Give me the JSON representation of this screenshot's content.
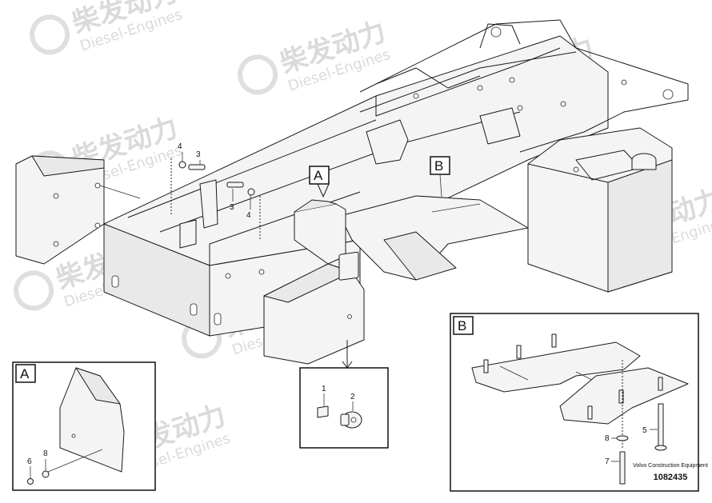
{
  "watermark": {
    "chinese": "柴发动力",
    "english": "Diesel-Engines"
  },
  "callouts": {
    "a": "A",
    "b": "B"
  },
  "detail_a": {
    "label": "A",
    "parts": [
      "6",
      "8"
    ]
  },
  "detail_b": {
    "label": "B",
    "parts": [
      "5",
      "8",
      "7"
    ],
    "publisher": "Volvo Construction Equipment",
    "drawing_number": "1082435"
  },
  "main_parts": [
    "4",
    "3",
    "3",
    "4"
  ],
  "inset_parts": [
    "1",
    "2"
  ]
}
